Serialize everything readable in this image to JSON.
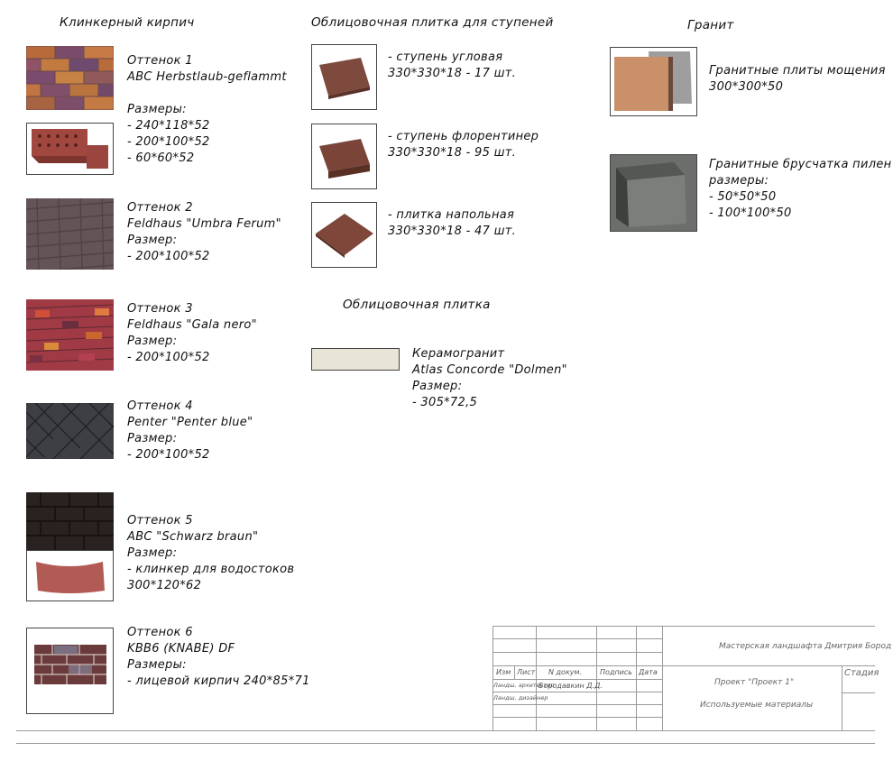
{
  "columns": {
    "clinker": "Клинкерный кирпич",
    "step_tiles": "Облицовочная плитка для ступеней",
    "granite": "Гранит",
    "facing": "Облицовочная плитка"
  },
  "clinker": [
    {
      "shade": "Оттенок 1",
      "name": "ABC Herbstlaub-geflammt",
      "sizes_label": "Размеры:",
      "sizes": [
        "- 240*118*52",
        "- 200*100*52",
        "- 60*60*52"
      ]
    },
    {
      "shade": "Оттенок 2",
      "name": "Feldhaus \"Umbra Ferum\"",
      "sizes_label": "Размер:",
      "sizes": [
        "- 200*100*52"
      ]
    },
    {
      "shade": "Оттенок 3",
      "name": "Feldhaus \"Gala nero\"",
      "sizes_label": "Размер:",
      "sizes": [
        "- 200*100*52"
      ]
    },
    {
      "shade": "Оттенок 4",
      "name": "Penter \"Penter blue\"",
      "sizes_label": "Размер:",
      "sizes": [
        "- 200*100*52"
      ]
    },
    {
      "shade": "Оттенок 5",
      "name": "ABC \"Schwarz braun\"",
      "sizes_label": "Размер:",
      "sizes": [
        "- клинкер для водостоков",
        "300*120*62"
      ]
    },
    {
      "shade": "Оттенок 6",
      "name": "KBB6 (KNABE) DF",
      "sizes_label": "Размеры:",
      "sizes": [
        "- лицевой кирпич 240*85*71"
      ]
    }
  ],
  "steps": [
    {
      "name": "- ступень угловая",
      "size": "330*330*18 - 17 шт."
    },
    {
      "name": "- ступень флорентинер",
      "size": "330*330*18 - 95 шт."
    },
    {
      "name": "- плитка напольная",
      "size": "330*330*18 - 47 шт."
    }
  ],
  "facing": {
    "name": "Керамогранит",
    "brand": "Atlas Concorde \"Dolmen\"",
    "size_label": "Размер:",
    "size": "- 305*72,5"
  },
  "granite": [
    {
      "name": "Гранитные плиты мощения",
      "sizes": [
        "300*300*50"
      ]
    },
    {
      "name": "Гранитные брусчатка пилен",
      "sizes_label": "размеры:",
      "sizes": [
        "- 50*50*50",
        "- 100*100*50"
      ]
    }
  ],
  "title_block": {
    "studio": "Мастерская ландшафта Дмитрия Бород",
    "stage": "Стадия",
    "headers": [
      "Изм",
      "Лист",
      "N докум.",
      "Подпись",
      "Дата"
    ],
    "row1_role": "Ландш. архитектор",
    "row1_name": "Бородавкин Д.Д.",
    "row2_role": "Ландш. дизайнер",
    "project": "Проект \"Проект 1\"",
    "sheet_title": "Используемые материалы"
  }
}
